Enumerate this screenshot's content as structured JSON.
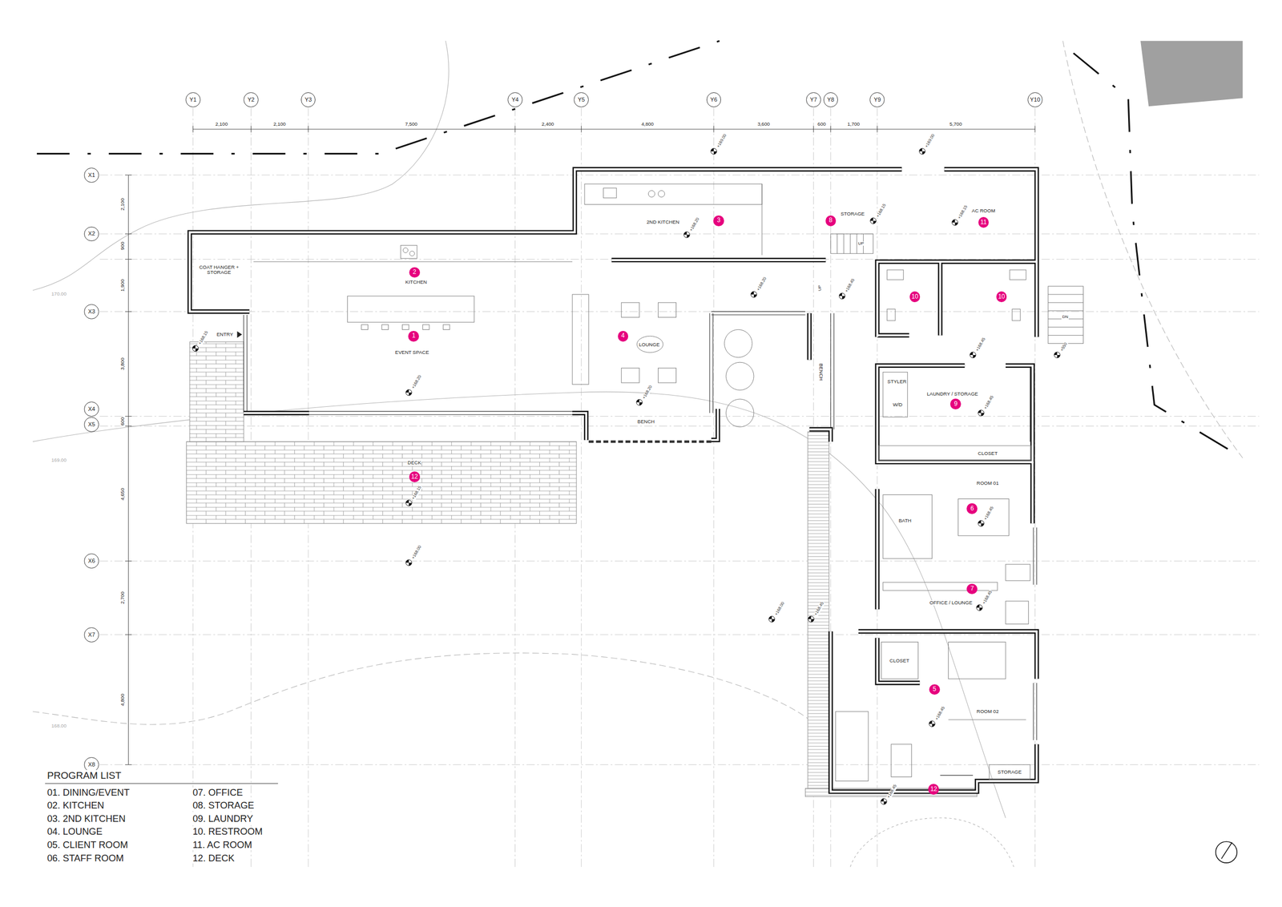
{
  "diagram": {
    "nodes": [
      {
        "text": [
          "Y1"
        ]
      },
      {
        "text": [
          "Y2"
        ]
      },
      {
        "text": [
          "Y3"
        ]
      },
      {
        "text": [
          "Y4"
        ]
      },
      {
        "text": [
          "Y5"
        ]
      },
      {
        "text": [
          "Y6"
        ]
      },
      {
        "text": [
          "Y7"
        ]
      },
      {
        "text": [
          "Y8"
        ]
      },
      {
        "text": [
          "Y9"
        ]
      },
      {
        "text": [
          "Y10"
        ]
      },
      {
        "text": [
          "X1"
        ]
      },
      {
        "text": [
          "X2"
        ]
      },
      {
        "text": [
          "X3"
        ]
      },
      {
        "text": [
          "X4"
        ]
      },
      {
        "text": [
          "X5"
        ]
      },
      {
        "text": [
          "X6"
        ]
      },
      {
        "text": [
          "X7"
        ]
      },
      {
        "text": [
          "X8"
        ]
      },
      {
        "text": [
          "1"
        ]
      },
      {
        "text": [
          "2"
        ]
      },
      {
        "text": [
          "3"
        ]
      },
      {
        "text": [
          "4"
        ]
      },
      {
        "text": [
          "5"
        ]
      },
      {
        "text": [
          "6"
        ]
      },
      {
        "text": [
          "7"
        ]
      },
      {
        "text": [
          "8"
        ]
      },
      {
        "text": [
          "9"
        ]
      },
      {
        "text": [
          "10"
        ]
      },
      {
        "text": [
          "10"
        ]
      },
      {
        "text": [
          "11"
        ]
      },
      {
        "text": [
          "12"
        ]
      },
      {
        "text": [
          "12"
        ]
      }
    ],
    "labels": [
      "2,100",
      "2,100",
      "7,500",
      "2,400",
      "4,800",
      "3,600",
      "600",
      "1,700",
      "5,700",
      "2,100",
      "900",
      "1,900",
      "3,800",
      "600",
      "4,650",
      "2,700",
      "4,800",
      "170.00",
      "169.00",
      "168.00",
      "+169.00",
      "+169.00",
      "2ND KITCHEN",
      "+168.20",
      "STORAGE",
      "+168.15",
      "AC ROOM",
      "+168.15",
      "UP",
      "COAT HANGER + STORAGE",
      "KITCHEN",
      "+168.20",
      "UP",
      "+168.45",
      "DN",
      "ENTRY",
      "+168.15",
      "EVENT SPACE",
      "LOUNGE",
      "BENCH",
      "+168.45",
      "+550",
      "STYLER",
      "W/D",
      "LAUNDRY / STORAGE",
      "+168.45",
      "+168.20",
      "+168.20",
      "BENCH",
      "CLOSET",
      "DECK",
      "ROOM 01",
      "+168.15",
      "BATH",
      "+168.45",
      "+168.00",
      "OFFICE / LOUNGE",
      "+168.45",
      "+168.00",
      "+168.45",
      "CLOSET",
      "ROOM 02",
      "+168.45",
      "STORAGE",
      "+168.45",
      "PROGRAM LIST",
      "01. DINING/EVENT",
      "02. KITCHEN",
      "03. 2ND KITCHEN",
      "04. LOUNGE",
      "05. CLIENT ROOM",
      "06. STAFF ROOM",
      "07. OFFICE",
      "08. STORAGE",
      "09. LAUNDRY",
      "10. RESTROOM",
      "11. AC ROOM",
      "12. DECK"
    ]
  }
}
